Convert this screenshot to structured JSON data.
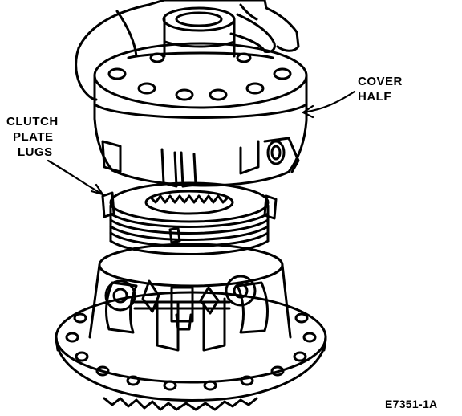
{
  "labels": {
    "cover_half": [
      "COVER",
      "HALF"
    ],
    "clutch_plate_lugs": [
      "CLUTCH",
      "PLATE",
      "LUGS"
    ]
  },
  "figure_code": "E7351-1A"
}
